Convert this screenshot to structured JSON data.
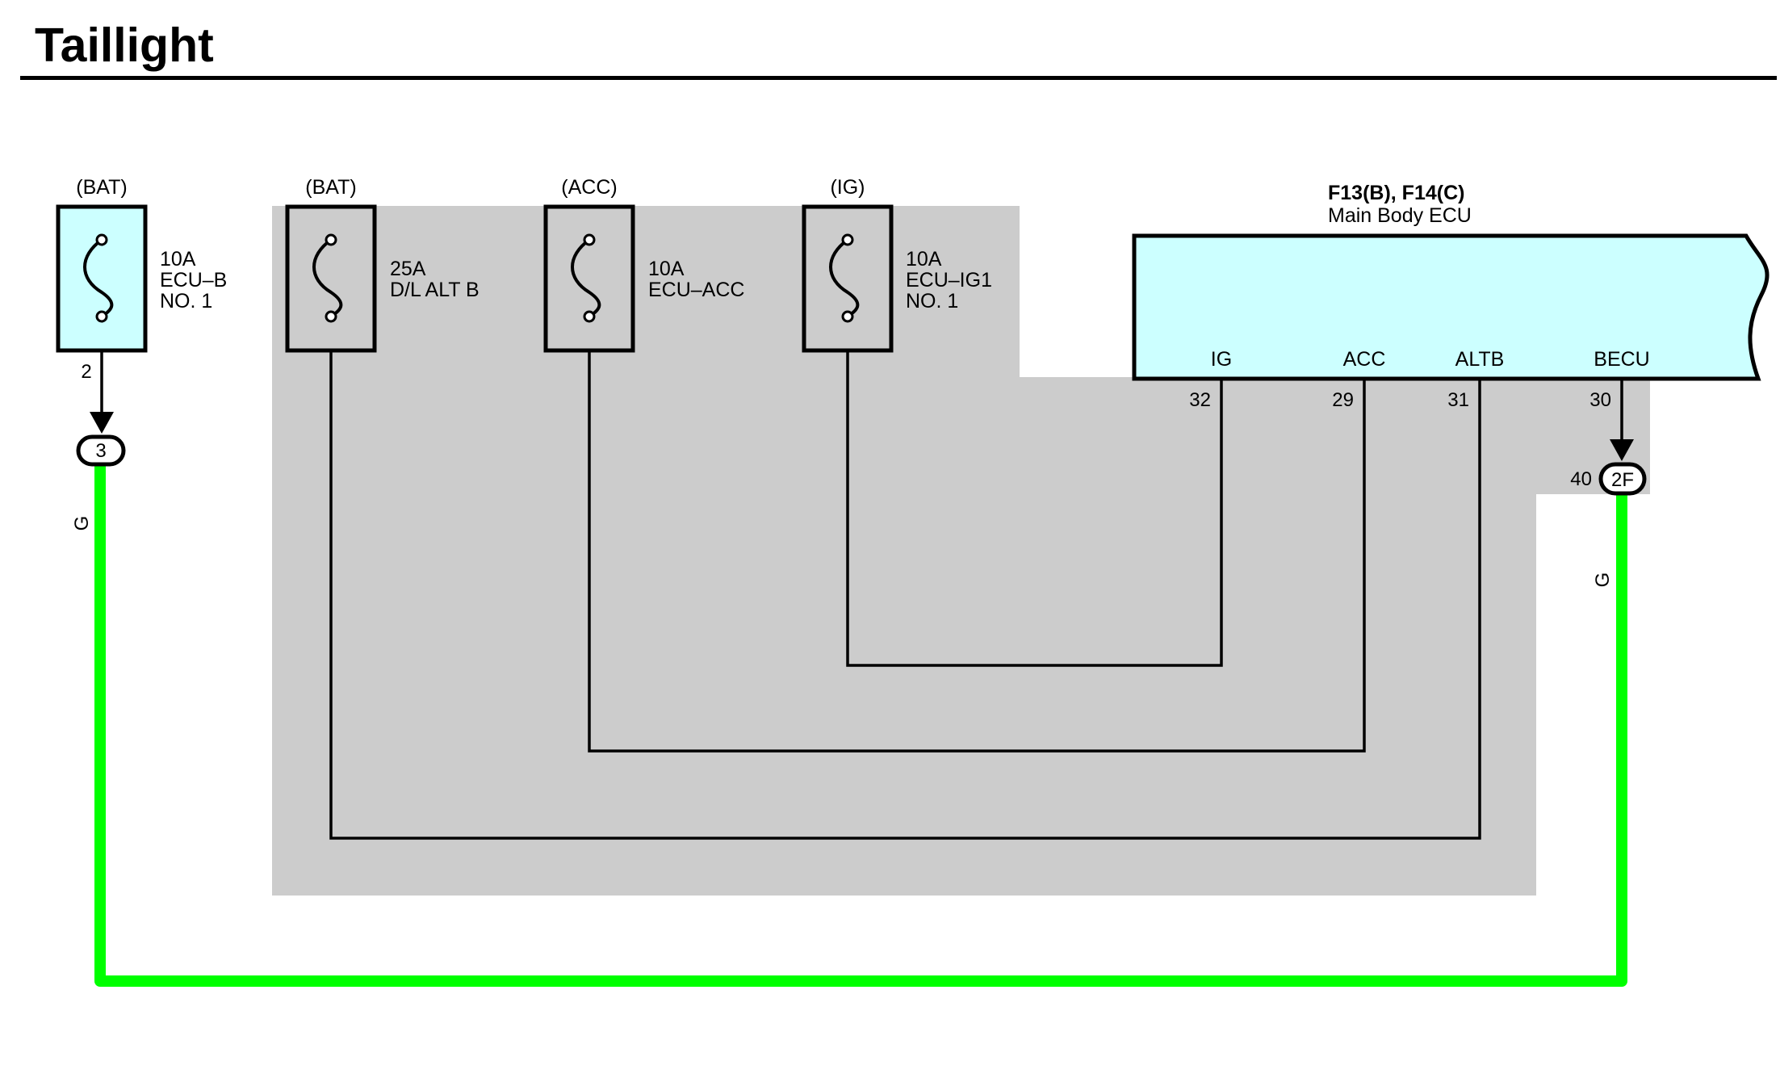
{
  "title": "Taillight",
  "colors": {
    "wire_green": "#00ff00",
    "wire_black": "#000000",
    "fuse_fill_cyan": "#ccffff",
    "ecu_fill": "#ccffff",
    "gray_zone": "#cccccc",
    "fuse_fill_gray": "#cccccc"
  },
  "fuses": [
    {
      "source": "(BAT)",
      "rating": "10A",
      "name_line1": "ECU–B",
      "name_line2": "NO. 1"
    },
    {
      "source": "(BAT)",
      "rating": "25A",
      "name_line1": "D/L ALT B",
      "name_line2": ""
    },
    {
      "source": "(ACC)",
      "rating": "10A",
      "name_line1": "ECU–ACC",
      "name_line2": ""
    },
    {
      "source": "(IG)",
      "rating": "10A",
      "name_line1": "ECU–IG1",
      "name_line2": "NO. 1"
    }
  ],
  "ecu": {
    "connector_ref": "F13(B), F14(C)",
    "name": "Main Body ECU",
    "terminals": [
      {
        "label": "IG",
        "pin": "32"
      },
      {
        "label": "ACC",
        "pin": "29"
      },
      {
        "label": "ALTB",
        "pin": "31"
      },
      {
        "label": "BECU",
        "pin": "30"
      }
    ]
  },
  "fuse1_pin": "2",
  "junction_left": "3",
  "junction_right": {
    "label": "2F",
    "pin": "40"
  },
  "wire_color_left": "G",
  "wire_color_right": "G"
}
